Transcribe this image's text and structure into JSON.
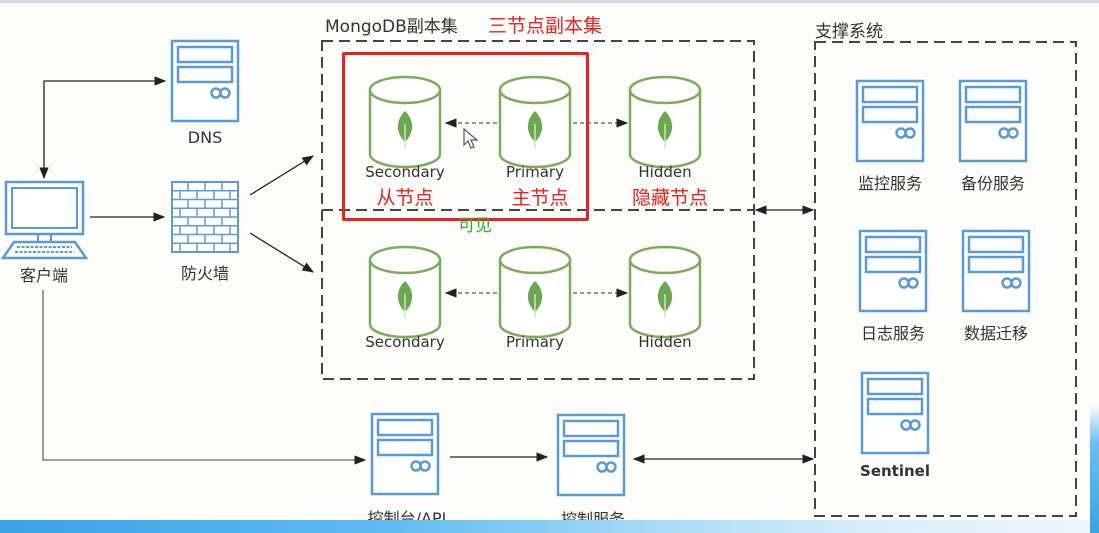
{
  "colors": {
    "icon_blue": "#5b9bd5",
    "node_green": "#6aa84f",
    "annotation_red": "#e8231e",
    "annotation_green": "#2fb12f",
    "line_dark": "#333333"
  },
  "client": {
    "label": "客户端",
    "icon": "laptop-icon"
  },
  "dns": {
    "label": "DNS",
    "icon": "server-icon"
  },
  "firewall": {
    "label": "防火墙",
    "icon": "firewall-icon"
  },
  "replica_set": {
    "title": "MongoDB副本集",
    "annotation": "三节点副本集",
    "rows": [
      {
        "nodes": [
          {
            "label": "Secondary",
            "annotation": "从节点",
            "icon": "mongodb-leaf-icon"
          },
          {
            "label": "Primary",
            "annotation": "主节点",
            "icon": "mongodb-leaf-icon"
          },
          {
            "label": "Hidden",
            "annotation": "隐藏节点",
            "icon": "mongodb-leaf-icon"
          }
        ]
      },
      {
        "nodes": [
          {
            "label": "Secondary",
            "icon": "mongodb-leaf-icon"
          },
          {
            "label": "Primary",
            "icon": "mongodb-leaf-icon"
          },
          {
            "label": "Hidden",
            "icon": "mongodb-leaf-icon"
          }
        ]
      }
    ],
    "visible_annotation": "可见"
  },
  "support_system": {
    "title": "支撑系统",
    "services": [
      {
        "label": "监控服务"
      },
      {
        "label": "备份服务"
      },
      {
        "label": "日志服务"
      },
      {
        "label": "数据迁移"
      },
      {
        "label": "Sentinel"
      }
    ]
  },
  "console_api": {
    "label": "控制台/API"
  },
  "control_service": {
    "label": "控制服务"
  }
}
